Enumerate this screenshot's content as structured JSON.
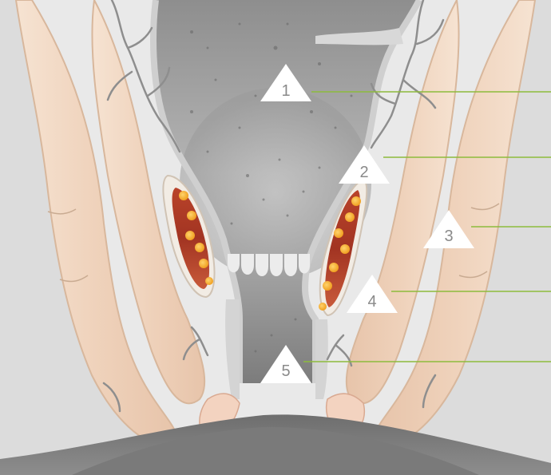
{
  "diagram": {
    "accent_line_color": "#8dbb3c",
    "marker_fill": "#ffffff",
    "marker_text_color": "#8a8a8a",
    "tissue_color": "#f0d6bf",
    "lumen_color": "#9c9c9c",
    "markers": [
      {
        "label": "1"
      },
      {
        "label": "2"
      },
      {
        "label": "3"
      },
      {
        "label": "4"
      },
      {
        "label": "5"
      }
    ]
  }
}
